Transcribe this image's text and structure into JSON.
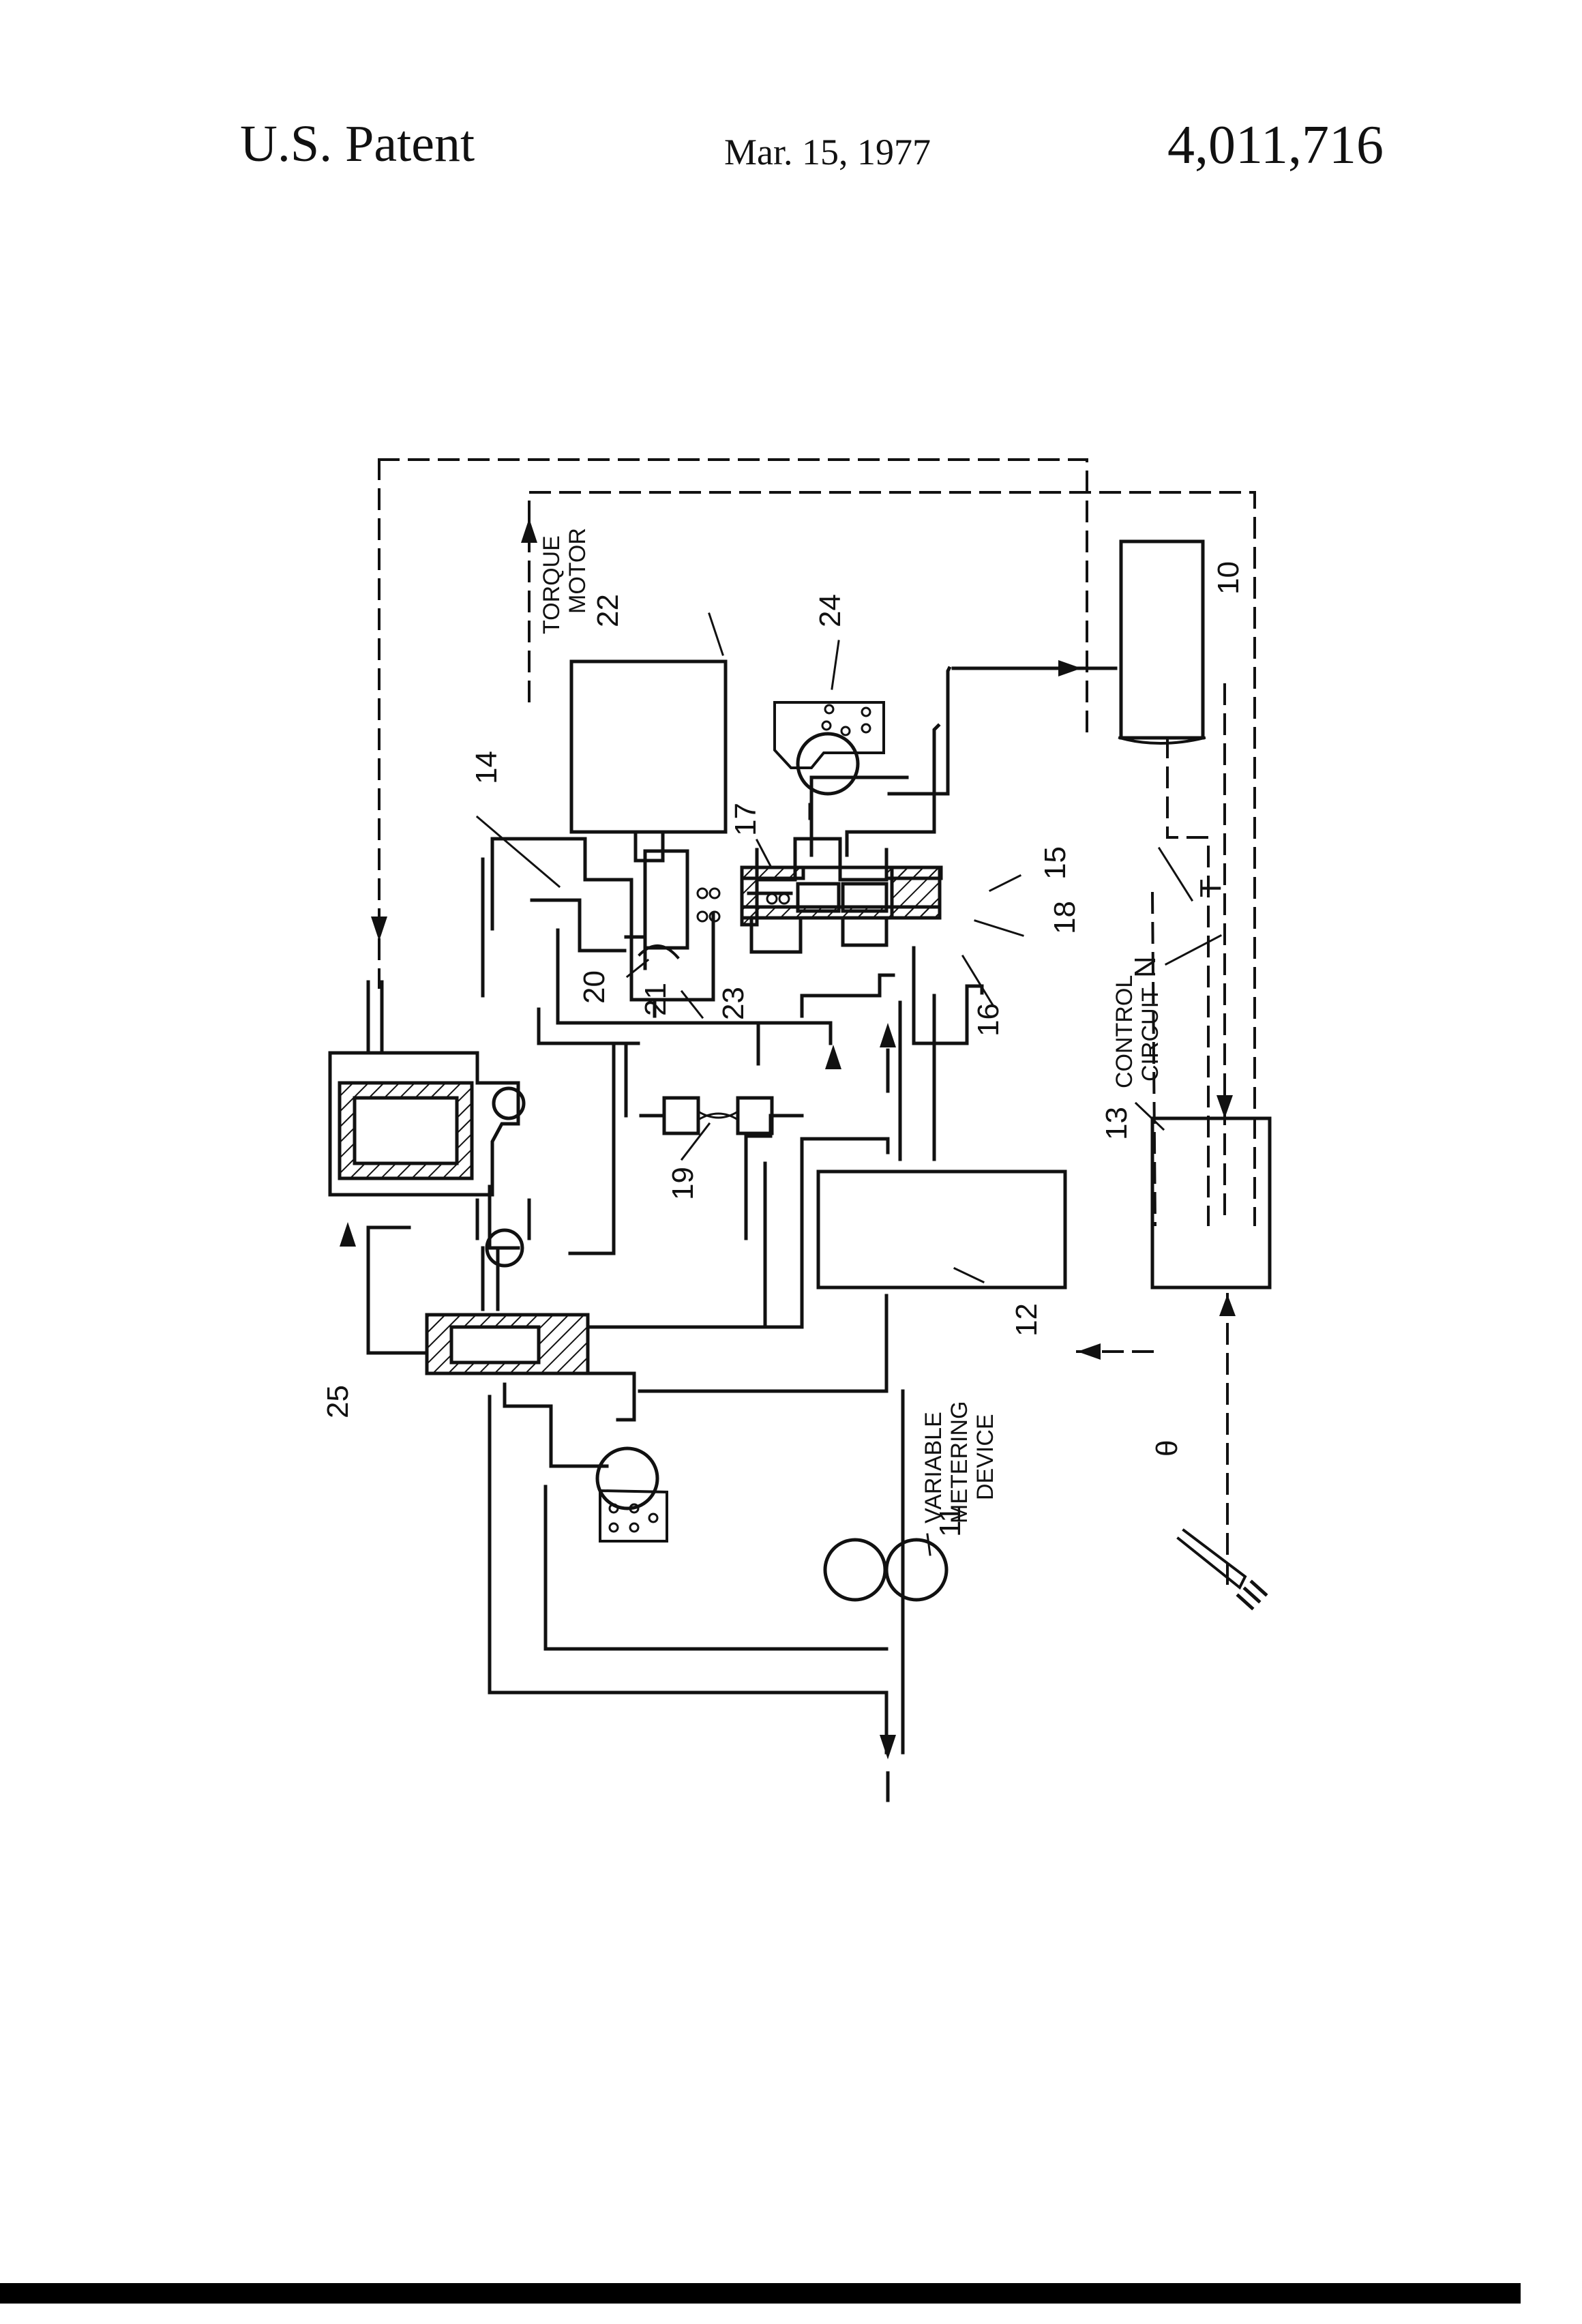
{
  "header": {
    "left": "U.S. Patent",
    "date": "Mar. 15, 1977",
    "patent_number": "4,011,716"
  },
  "labels": {
    "torque_motor_1": "TORQUE",
    "torque_motor_2": "MOTOR",
    "control_circuit_1": "CONTROL",
    "control_circuit_2": "CIRCUIT",
    "variable_1": "VARIABLE",
    "variable_2": "METERING",
    "variable_3": "DEVICE",
    "n10": "10",
    "n11": "11",
    "n12": "12",
    "n13": "13",
    "n14": "14",
    "n15": "15",
    "n16": "16",
    "n17": "17",
    "n18": "18",
    "n19": "19",
    "n20": "20",
    "n21": "21",
    "n22": "22",
    "n23": "23",
    "n24": "24",
    "n25": "25",
    "sig_N": "N",
    "sig_T": "T",
    "sig_theta": "θ"
  }
}
